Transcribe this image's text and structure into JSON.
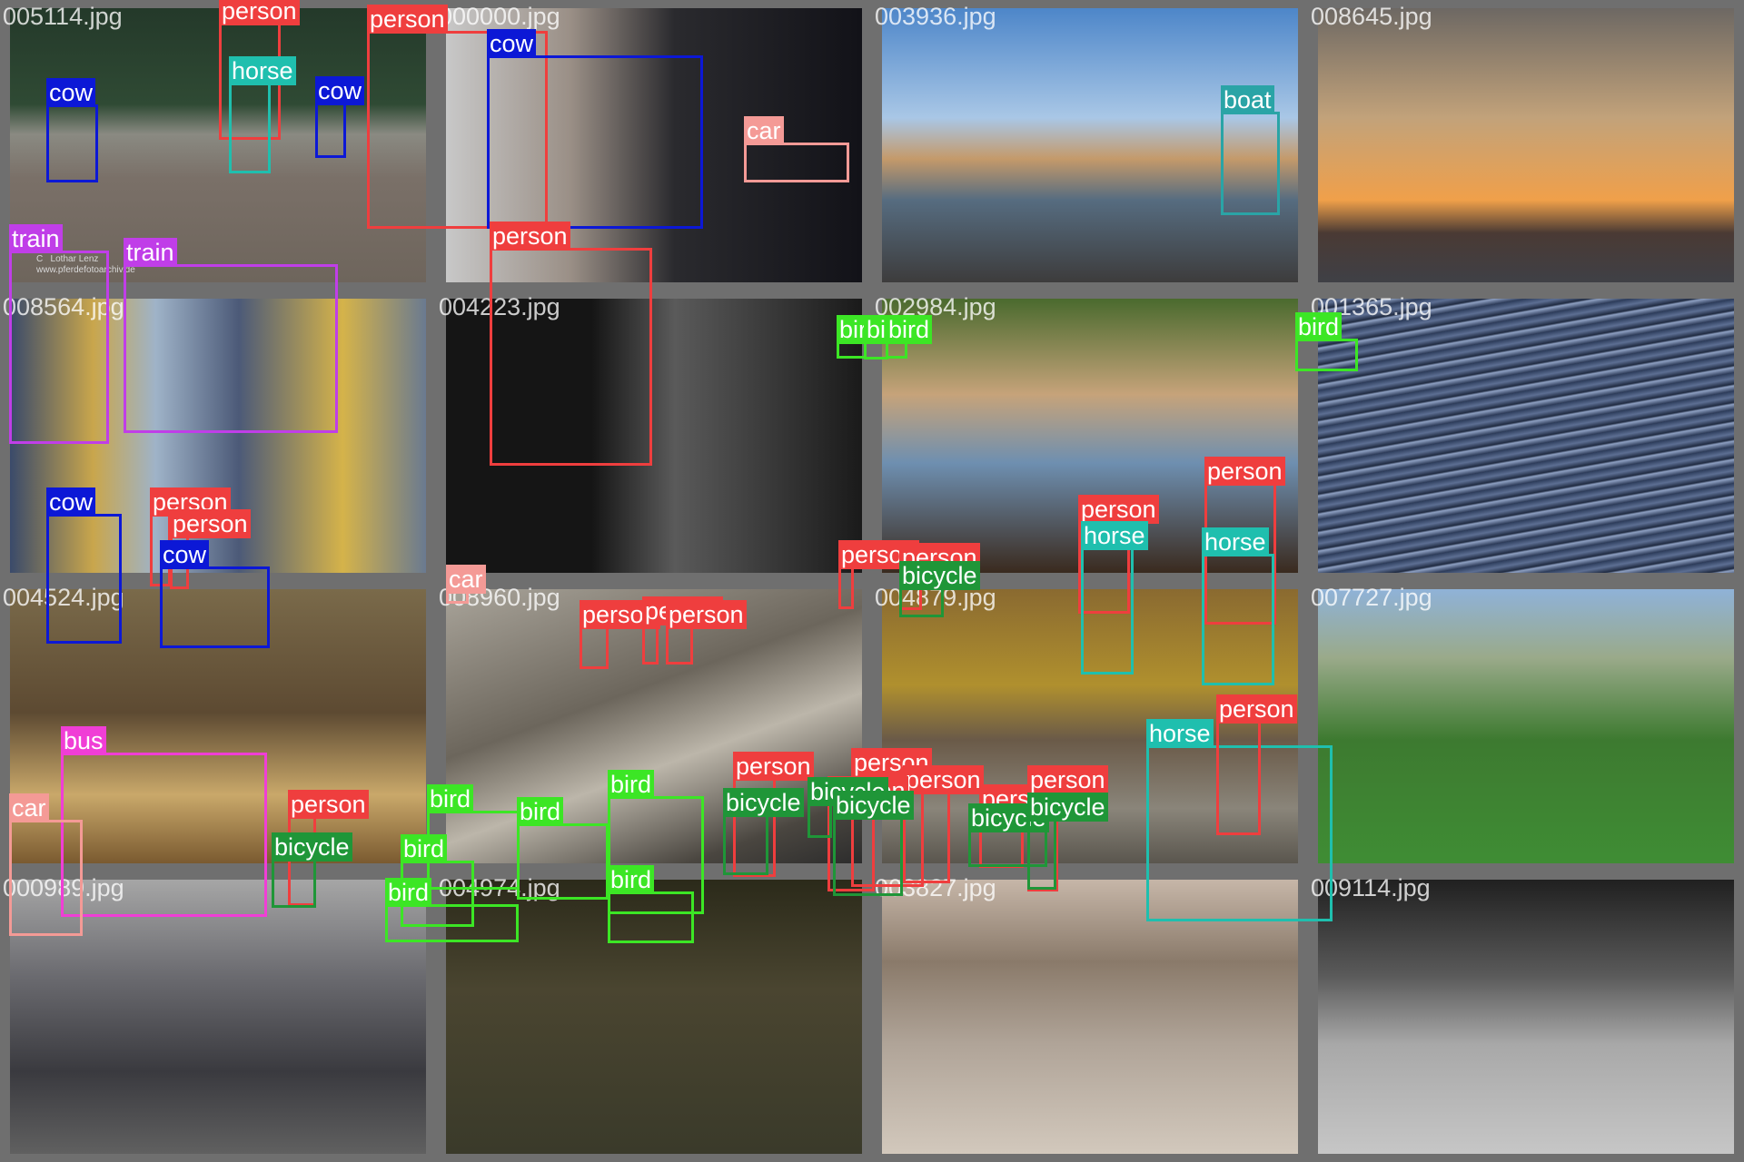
{
  "classes": {
    "person": "#ef3e3e",
    "cow": "#0c18d6",
    "horse": "#1fbfae",
    "car": "#f49a96",
    "boat": "#2aa4a6",
    "train": "#c03ee8",
    "bird": "#3ce625",
    "bicycle": "#1f9638",
    "bus": "#f03ed6"
  },
  "tiles": [
    {
      "filename": "005114.jpg",
      "credit": "C   Lothar Lenz\nwww.pferdefotoarchiv.de",
      "detections": [
        {
          "label": "person",
          "class": "person"
        },
        {
          "label": "horse",
          "class": "horse"
        },
        {
          "label": "cow",
          "class": "cow"
        },
        {
          "label": "cow",
          "class": "cow"
        }
      ]
    },
    {
      "filename": "000000.jpg",
      "detections": [
        {
          "label": "person",
          "class": "person"
        },
        {
          "label": "cow",
          "class": "cow"
        }
      ]
    },
    {
      "filename": "003936.jpg",
      "detections": [
        {
          "label": "car",
          "class": "car"
        }
      ]
    },
    {
      "filename": "008645.jpg",
      "detections": [
        {
          "label": "boat",
          "class": "boat"
        }
      ]
    },
    {
      "filename": "008564.jpg",
      "detections": [
        {
          "label": "train",
          "class": "train"
        },
        {
          "label": "train",
          "class": "train"
        }
      ]
    },
    {
      "filename": "004223.jpg",
      "detections": [
        {
          "label": "person",
          "class": "person"
        }
      ]
    },
    {
      "filename": "002984.jpg",
      "detections": [
        {
          "label": "bird",
          "class": "bird"
        },
        {
          "label": "bird",
          "class": "bird"
        },
        {
          "label": "bird",
          "class": "bird"
        }
      ]
    },
    {
      "filename": "001365.jpg",
      "detections": [
        {
          "label": "bird",
          "class": "bird"
        }
      ]
    },
    {
      "filename": "004524.jpg",
      "detections": [
        {
          "label": "cow",
          "class": "cow"
        },
        {
          "label": "person",
          "class": "person"
        },
        {
          "label": "person",
          "class": "person"
        },
        {
          "label": "cow",
          "class": "cow"
        }
      ]
    },
    {
      "filename": "008960.jpg",
      "detections": [
        {
          "label": "car",
          "class": "car"
        },
        {
          "label": "person",
          "class": "person"
        },
        {
          "label": "person",
          "class": "person"
        },
        {
          "label": "person",
          "class": "person"
        }
      ]
    },
    {
      "filename": "004879.jpg",
      "detections": [
        {
          "label": "person",
          "class": "person"
        },
        {
          "label": "person",
          "class": "person"
        },
        {
          "label": "bicycle",
          "class": "bicycle"
        }
      ]
    },
    {
      "filename": "007727.jpg",
      "detections": [
        {
          "label": "person",
          "class": "person"
        },
        {
          "label": "horse",
          "class": "horse"
        },
        {
          "label": "person",
          "class": "person"
        },
        {
          "label": "horse",
          "class": "horse"
        }
      ]
    },
    {
      "filename": "000989.jpg",
      "detections": [
        {
          "label": "bus",
          "class": "bus"
        },
        {
          "label": "car",
          "class": "car"
        },
        {
          "label": "person",
          "class": "person"
        },
        {
          "label": "bicycle",
          "class": "bicycle"
        }
      ]
    },
    {
      "filename": "004974.jpg",
      "detections": [
        {
          "label": "bird",
          "class": "bird"
        },
        {
          "label": "bird",
          "class": "bird"
        },
        {
          "label": "bird",
          "class": "bird"
        },
        {
          "label": "bird",
          "class": "bird"
        },
        {
          "label": "bird",
          "class": "bird"
        },
        {
          "label": "bird",
          "class": "bird"
        }
      ]
    },
    {
      "filename": "003827.jpg",
      "detections": [
        {
          "label": "person",
          "class": "person"
        },
        {
          "label": "bicycle",
          "class": "bicycle"
        },
        {
          "label": "person",
          "class": "person"
        },
        {
          "label": "person",
          "class": "person"
        },
        {
          "label": "person",
          "class": "person"
        },
        {
          "label": "person",
          "class": "person"
        },
        {
          "label": "person",
          "class": "person"
        },
        {
          "label": "bicycle",
          "class": "bicycle"
        },
        {
          "label": "bicycle",
          "class": "bicycle"
        },
        {
          "label": "bicycle",
          "class": "bicycle"
        },
        {
          "label": "bicycle",
          "class": "bicycle"
        }
      ]
    },
    {
      "filename": "009114.jpg",
      "detections": [
        {
          "label": "horse",
          "class": "horse"
        },
        {
          "label": "person",
          "class": "person"
        }
      ]
    }
  ]
}
